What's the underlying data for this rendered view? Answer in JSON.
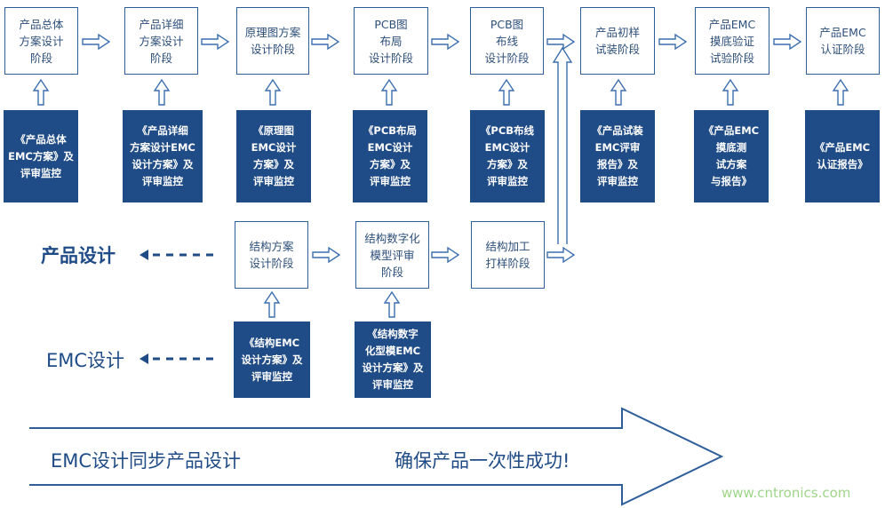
{
  "stages": [
    "产品总体\n方案设计\n阶段",
    "产品详细\n方案设计\n阶段",
    "原理图方案\n设计阶段",
    "PCB图\n布局\n设计阶段",
    "PCB图\n布线\n设计阶段",
    "产品初样\n试装阶段",
    "产品EMC\n摸底验证\n试验阶段",
    "产品EMC\n认证阶段"
  ],
  "emc_items": [
    "《产品总体\nEMC方案》及\n评审监控",
    "《产品详细\n方案设计EMC\n设计方案》及\n评审监控",
    "《原理图\nEMC设计\n方案》及\n评审监控",
    "《PCB布局\nEMC设计\n方案》及\n评审监控",
    "《PCB布线\nEMC设计\n方案》及\n评审监控",
    "《产品试装\nEMC评审\n报告》及\n评审监控",
    "《产品EMC\n摸底测\n试方案\n与报告》",
    "《产品EMC\n认证报告》"
  ],
  "struct_stages": [
    "结构方案\n设计阶段",
    "结构数字化\n模型评审\n阶段",
    "结构加工\n打样阶段"
  ],
  "struct_emc": [
    "《结构EMC\n设计方案》及\n评审监控",
    "《结构数字\n化型模EMC\n设计方案》及\n评审监控"
  ],
  "labels": {
    "product_design": "产品设计",
    "emc_design": "EMC设计"
  },
  "banner": {
    "left": "EMC设计同步产品设计",
    "right": "确保产品一次性成功!"
  },
  "watermark": "www.cntronics.com",
  "colors": {
    "primary": "#1f4b86",
    "box_border": "#2f5f9a",
    "watermark": "#9fd58a"
  }
}
